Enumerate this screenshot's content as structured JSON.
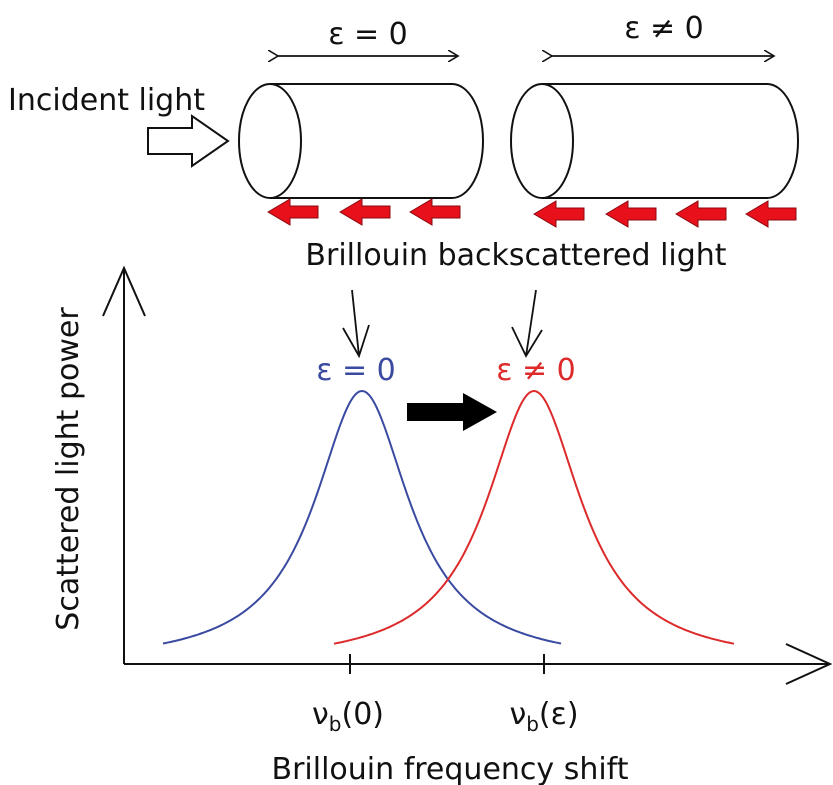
{
  "top_labels": {
    "incident_light": "Incident light",
    "eps_zero": "ε = 0",
    "eps_nonzero": "ε ≠ 0",
    "backscattered": "Brillouin backscattered light"
  },
  "plot": {
    "ylabel": "Scattered light power",
    "xlabel": "Brillouin frequency shift",
    "peak_left_label": "ε = 0",
    "peak_right_label": "ε ≠ 0",
    "tick_left": {
      "main": "ν",
      "sub": "b",
      "arg": "(0)"
    },
    "tick_right": {
      "main": "ν",
      "sub": "b",
      "arg": "(ε)"
    }
  },
  "colors": {
    "eps_zero_curve": "#3a4aa0",
    "eps_nonzero_curve": "#dd2a2a",
    "arrow_fill": "#e8101b",
    "ink": "#111111"
  },
  "arrows": {
    "left_fiber_count": 3,
    "right_fiber_count": 4
  }
}
